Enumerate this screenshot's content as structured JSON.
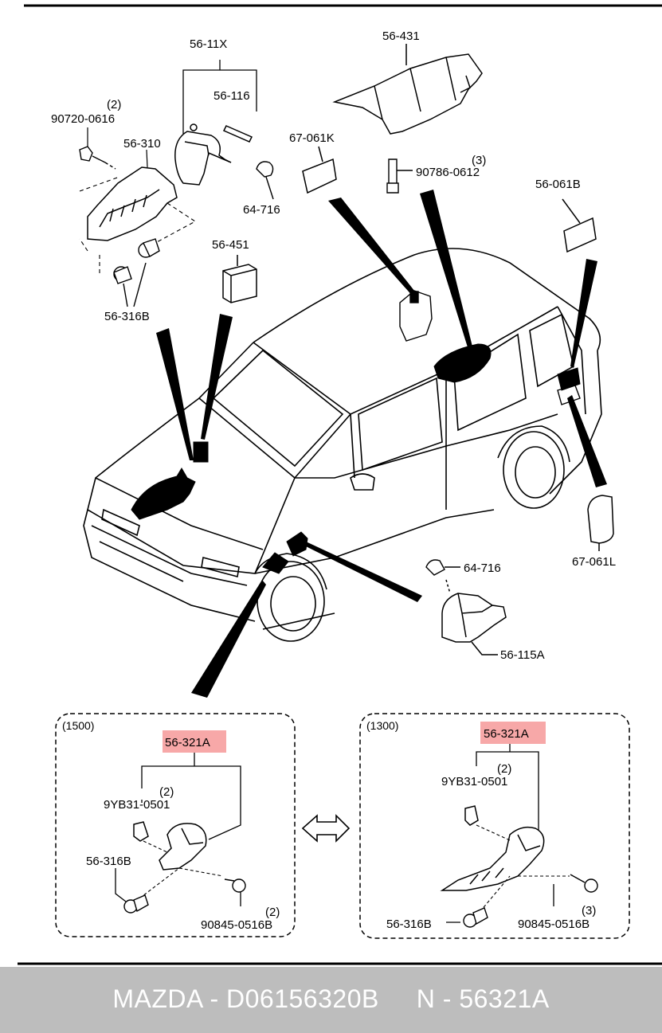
{
  "labels": {
    "top_11x": "56-11X",
    "top_116": "56-116",
    "top_431": "56-431",
    "bolt_qty": "(2)",
    "bolt_part": "90720-0616",
    "cover_310": "56-310",
    "clip_716_a": "64-716",
    "pad_061k": "67-061K",
    "bolt_0612_qty": "(3)",
    "bolt_0612": "90786-0612",
    "pad_061b": "56-061B",
    "block_451": "56-451",
    "clip_316b": "56-316B",
    "pad_061l": "67-061L",
    "clip_716_b": "64-716",
    "shield_115a": "56-115A"
  },
  "panel_left": {
    "variant": "(1500)",
    "highlight": "56-321A",
    "clip_qty": "(2)",
    "clip_part": "9YB31-0501",
    "clip_316b": "56-316B",
    "screw_qty": "(2)",
    "screw_part": "90845-0516B"
  },
  "panel_right": {
    "variant": "(1300)",
    "highlight": "56-321A",
    "clip_qty": "(2)",
    "clip_part": "9YB31-0501",
    "clip_316b": "56-316B",
    "screw_qty": "(3)",
    "screw_part": "90845-0516B"
  },
  "footer": {
    "brand_code": "MAZDA - D06156320B",
    "part_number": "N - 56321A"
  },
  "colors": {
    "highlight": "#f7a8a8",
    "footer_bg": "#bdbdbd",
    "footer_text": "#ffffff"
  }
}
